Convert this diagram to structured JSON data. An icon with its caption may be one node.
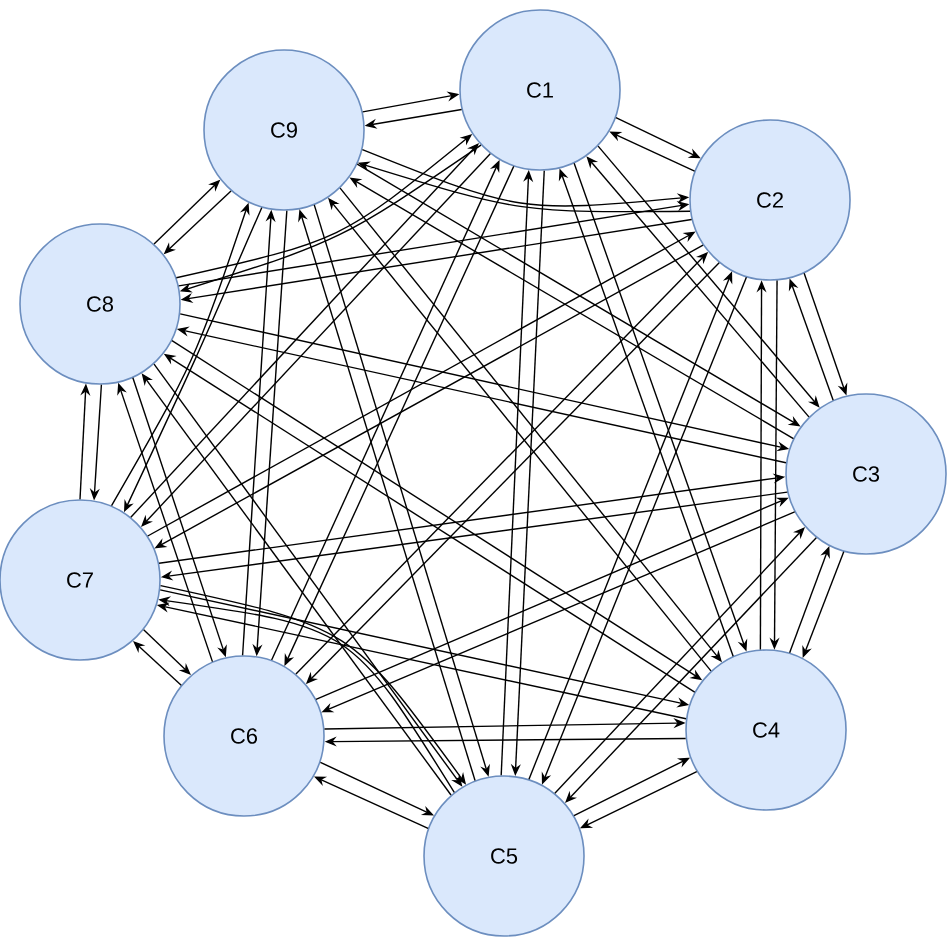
{
  "diagram": {
    "nodes": [
      {
        "text": [
          "C1"
        ]
      },
      {
        "text": [
          "C2"
        ]
      },
      {
        "text": [
          "C3"
        ]
      },
      {
        "text": [
          "C4"
        ]
      },
      {
        "text": [
          "C5"
        ]
      },
      {
        "text": [
          "C6"
        ]
      },
      {
        "text": [
          "C7"
        ]
      },
      {
        "text": [
          "C8"
        ]
      },
      {
        "text": [
          "C9"
        ]
      }
    ],
    "edges": [
      {
        "from": 0,
        "to": 1,
        "arrow": "to"
      },
      {
        "from": 1,
        "to": 0,
        "arrow": "to"
      },
      {
        "from": 0,
        "to": 2,
        "arrow": "to"
      },
      {
        "from": 2,
        "to": 0,
        "arrow": "to"
      },
      {
        "from": 0,
        "to": 3,
        "arrow": "to"
      },
      {
        "from": 3,
        "to": 0,
        "arrow": "to"
      },
      {
        "from": 0,
        "to": 4,
        "arrow": "to"
      },
      {
        "from": 4,
        "to": 0,
        "arrow": "to"
      },
      {
        "from": 0,
        "to": 5,
        "arrow": "to"
      },
      {
        "from": 5,
        "to": 0,
        "arrow": "to"
      },
      {
        "from": 0,
        "to": 6,
        "arrow": "to"
      },
      {
        "from": 6,
        "to": 0,
        "arrow": "to"
      },
      {
        "from": 0,
        "to": 7,
        "arrow": "to"
      },
      {
        "from": 7,
        "to": 0,
        "arrow": "to"
      },
      {
        "from": 0,
        "to": 8,
        "arrow": "to"
      },
      {
        "from": 8,
        "to": 0,
        "arrow": "to"
      },
      {
        "from": 1,
        "to": 2,
        "arrow": "to"
      },
      {
        "from": 2,
        "to": 1,
        "arrow": "to"
      },
      {
        "from": 1,
        "to": 3,
        "arrow": "to"
      },
      {
        "from": 3,
        "to": 1,
        "arrow": "to"
      },
      {
        "from": 1,
        "to": 4,
        "arrow": "to"
      },
      {
        "from": 4,
        "to": 1,
        "arrow": "to"
      },
      {
        "from": 1,
        "to": 5,
        "arrow": "to"
      },
      {
        "from": 5,
        "to": 1,
        "arrow": "to"
      },
      {
        "from": 1,
        "to": 6,
        "arrow": "to"
      },
      {
        "from": 6,
        "to": 1,
        "arrow": "to"
      },
      {
        "from": 1,
        "to": 7,
        "arrow": "to"
      },
      {
        "from": 7,
        "to": 1,
        "arrow": "to"
      },
      {
        "from": 1,
        "to": 8,
        "arrow": "to"
      },
      {
        "from": 8,
        "to": 1,
        "arrow": "to"
      },
      {
        "from": 2,
        "to": 3,
        "arrow": "to"
      },
      {
        "from": 3,
        "to": 2,
        "arrow": "to"
      },
      {
        "from": 2,
        "to": 4,
        "arrow": "to"
      },
      {
        "from": 4,
        "to": 2,
        "arrow": "to"
      },
      {
        "from": 2,
        "to": 5,
        "arrow": "to"
      },
      {
        "from": 5,
        "to": 2,
        "arrow": "to"
      },
      {
        "from": 2,
        "to": 6,
        "arrow": "to"
      },
      {
        "from": 6,
        "to": 2,
        "arrow": "to"
      },
      {
        "from": 2,
        "to": 7,
        "arrow": "to"
      },
      {
        "from": 7,
        "to": 2,
        "arrow": "to"
      },
      {
        "from": 2,
        "to": 8,
        "arrow": "to"
      },
      {
        "from": 8,
        "to": 2,
        "arrow": "to"
      },
      {
        "from": 3,
        "to": 4,
        "arrow": "to"
      },
      {
        "from": 4,
        "to": 3,
        "arrow": "to"
      },
      {
        "from": 3,
        "to": 5,
        "arrow": "to"
      },
      {
        "from": 5,
        "to": 3,
        "arrow": "to"
      },
      {
        "from": 3,
        "to": 6,
        "arrow": "to"
      },
      {
        "from": 6,
        "to": 3,
        "arrow": "to"
      },
      {
        "from": 3,
        "to": 7,
        "arrow": "to"
      },
      {
        "from": 7,
        "to": 3,
        "arrow": "to"
      },
      {
        "from": 3,
        "to": 8,
        "arrow": "to"
      },
      {
        "from": 8,
        "to": 3,
        "arrow": "to"
      },
      {
        "from": 4,
        "to": 5,
        "arrow": "to"
      },
      {
        "from": 5,
        "to": 4,
        "arrow": "to"
      },
      {
        "from": 4,
        "to": 6,
        "arrow": "to"
      },
      {
        "from": 6,
        "to": 4,
        "arrow": "to"
      },
      {
        "from": 4,
        "to": 7,
        "arrow": "to"
      },
      {
        "from": 7,
        "to": 4,
        "arrow": "to"
      },
      {
        "from": 4,
        "to": 8,
        "arrow": "to"
      },
      {
        "from": 8,
        "to": 4,
        "arrow": "to"
      },
      {
        "from": 5,
        "to": 6,
        "arrow": "to"
      },
      {
        "from": 6,
        "to": 5,
        "arrow": "to"
      },
      {
        "from": 5,
        "to": 7,
        "arrow": "to"
      },
      {
        "from": 7,
        "to": 5,
        "arrow": "to"
      },
      {
        "from": 5,
        "to": 8,
        "arrow": "to"
      },
      {
        "from": 8,
        "to": 5,
        "arrow": "to"
      },
      {
        "from": 6,
        "to": 7,
        "arrow": "to"
      },
      {
        "from": 7,
        "to": 6,
        "arrow": "to"
      },
      {
        "from": 6,
        "to": 8,
        "arrow": "to"
      },
      {
        "from": 8,
        "to": 6,
        "arrow": "to"
      },
      {
        "from": 7,
        "to": 8,
        "arrow": "to"
      },
      {
        "from": 8,
        "to": 7,
        "arrow": "to"
      }
    ]
  }
}
